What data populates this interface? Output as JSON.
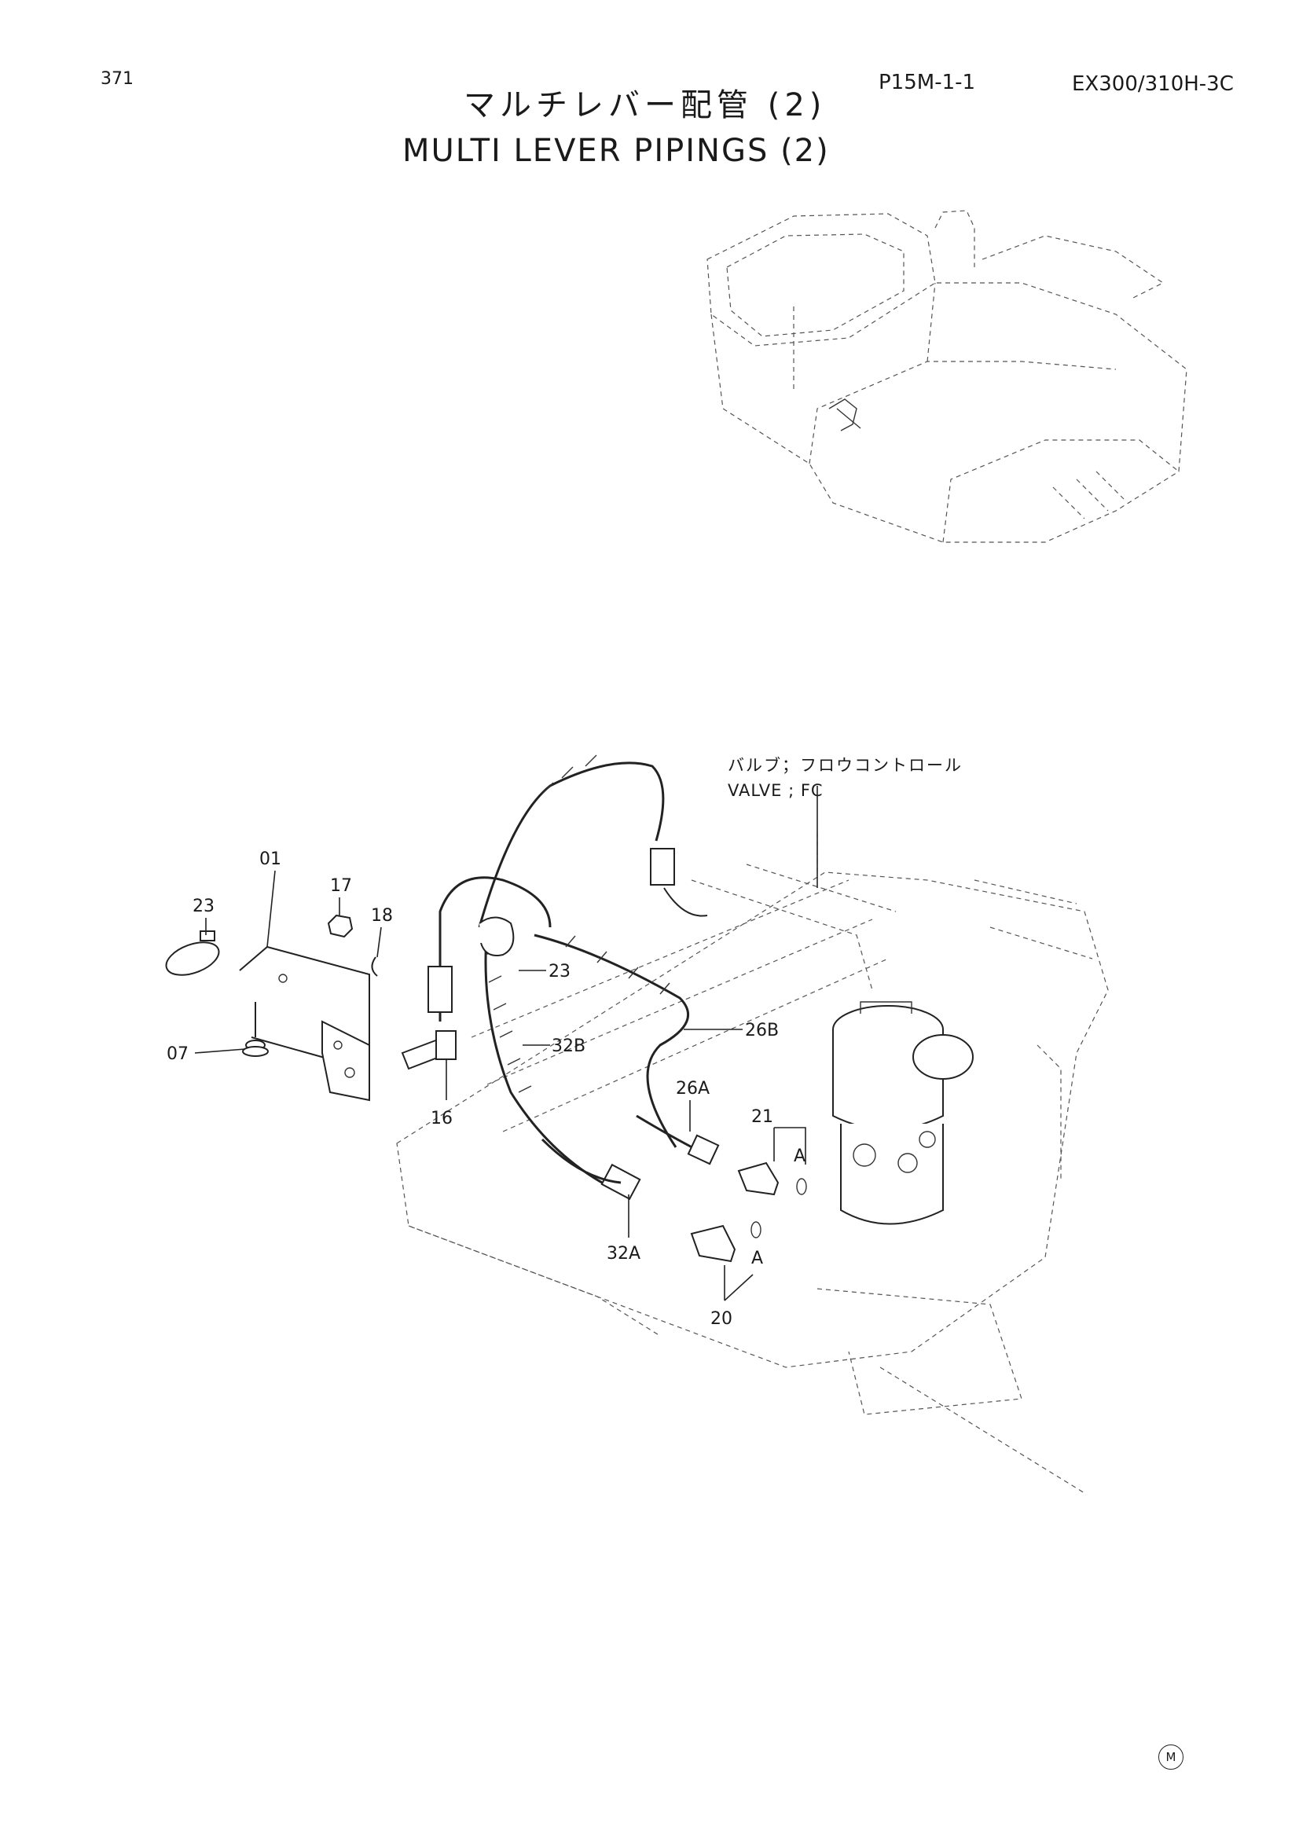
{
  "header": {
    "page_number": "371",
    "page_code": "P15M-1-1",
    "model_code": "EX300/310H-3C",
    "title_jp": "マルチレバー配管 (2)",
    "title_en": "MULTI LEVER PIPINGS (2)"
  },
  "valve_label": {
    "jp": "バルブ；フロウコントロール",
    "en": "VALVE ; FC"
  },
  "callouts": {
    "p01": "01",
    "p07": "07",
    "p16": "16",
    "p17": "17",
    "p18": "18",
    "p20": "20",
    "p21": "21",
    "p23a": "23",
    "p23b": "23",
    "p26a": "26A",
    "p26b": "26B",
    "p32a": "32A",
    "p32b": "32B",
    "pA1": "A",
    "pA2": "A"
  },
  "footer": {
    "mark": "M"
  }
}
